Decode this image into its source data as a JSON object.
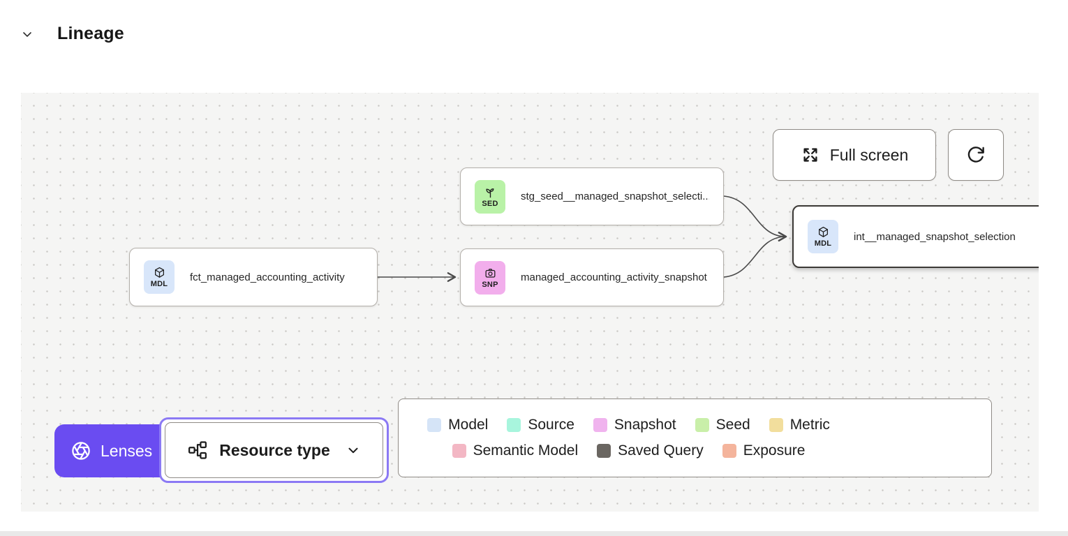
{
  "header": {
    "title": "Lineage"
  },
  "toolbar": {
    "full_screen_label": "Full screen",
    "full_screen_icon": "expand-arrows-icon",
    "refresh_icon": "refresh-icon"
  },
  "nodes": [
    {
      "id": "seed",
      "icon": "sprout-icon",
      "badge": "SED",
      "badge_color": "#b9f2a7",
      "label": "stg_seed__managed_snapshot_selecti...",
      "selected": false
    },
    {
      "id": "model-fct",
      "icon": "cube-icon",
      "badge": "MDL",
      "badge_color": "#d8e6fa",
      "label": "fct_managed_accounting_activity",
      "selected": false
    },
    {
      "id": "snapshot",
      "icon": "camera-icon",
      "badge": "SNP",
      "badge_color": "#f2aeec",
      "label": "managed_accounting_activity_snapshot",
      "selected": false
    },
    {
      "id": "model-int",
      "icon": "cube-icon",
      "badge": "MDL",
      "badge_color": "#d8e6fa",
      "label": "int__managed_snapshot_selection",
      "selected": true
    }
  ],
  "lenses": {
    "label": "Lenses",
    "icon": "aperture-icon",
    "color": "#6a4cf1"
  },
  "resource_type": {
    "label": "Resource type",
    "icon": "hierarchy-icon",
    "ring_color": "#8b79f4"
  },
  "legend": {
    "items": [
      {
        "label": "Model",
        "color": "#d5e4f7"
      },
      {
        "label": "Source",
        "color": "#a8f5dd"
      },
      {
        "label": "Snapshot",
        "color": "#f0b3ee"
      },
      {
        "label": "Seed",
        "color": "#c9efa9"
      },
      {
        "label": "Metric",
        "color": "#f2de9d"
      },
      {
        "label": "Semantic Model",
        "color": "#f3b7c4"
      },
      {
        "label": "Saved Query",
        "color": "#6a6661"
      },
      {
        "label": "Exposure",
        "color": "#f4b49c"
      }
    ]
  }
}
